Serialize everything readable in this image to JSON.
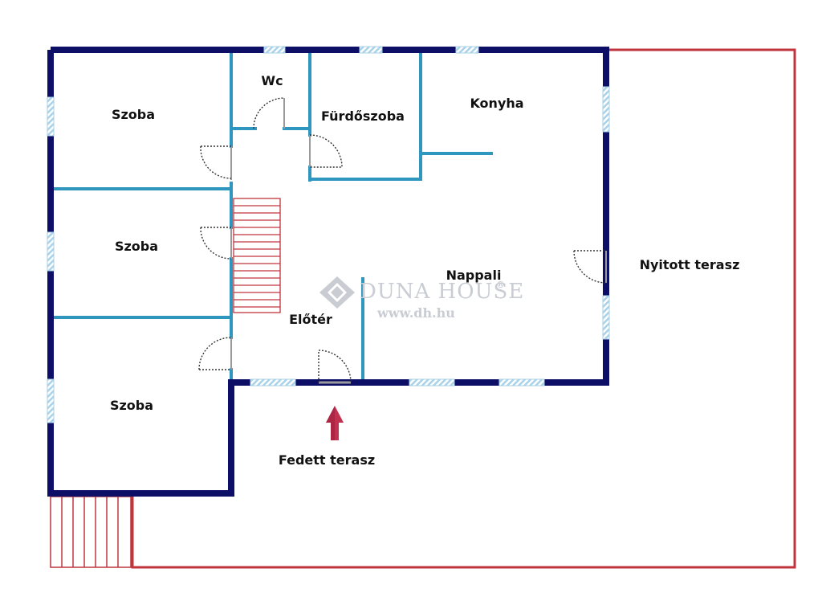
{
  "colors": {
    "outer_wall": "#0d0f66",
    "inner_wall": "#2f96bf",
    "terrace_line": "#c0353d",
    "window": "#a9d2e8",
    "arrow": "#c2304f",
    "watermark": "#c9cdd3"
  },
  "rooms": {
    "szoba_1": "Szoba",
    "szoba_2": "Szoba",
    "szoba_3": "Szoba",
    "wc": "Wc",
    "furdoszoba": "Fürdőszoba",
    "konyha": "Konyha",
    "nappali": "Nappali",
    "eloter": "Előtér",
    "nyitott_terasz": "Nyitott terasz",
    "fedett_terasz": "Fedett terasz"
  },
  "watermark": {
    "brand": "DUNA HOUSE",
    "registered": "®",
    "url": "www.dh.hu",
    "logo_icon": "diamond-house-logo-icon"
  },
  "icons": {
    "entrance": "up-arrow-icon",
    "door": "door-swing-icon",
    "stairs": "stairs-icon"
  }
}
